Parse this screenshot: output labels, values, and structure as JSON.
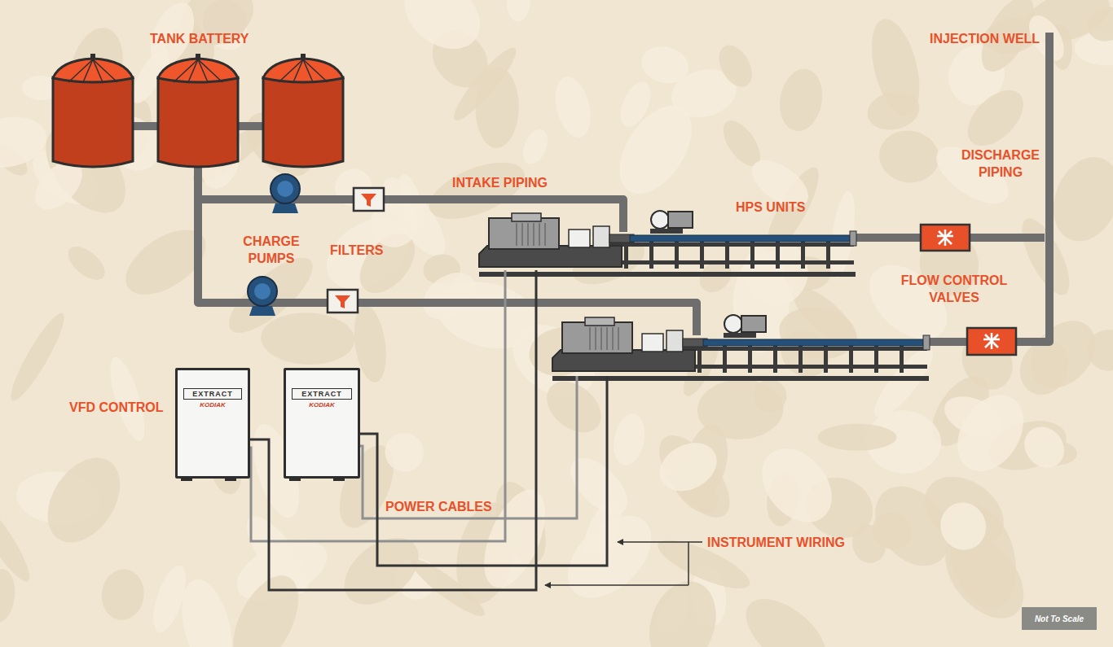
{
  "diagram": {
    "nodes": [
      {
        "text": [
          "EXTRACT",
          "KODIAK"
        ]
      },
      {
        "text": [
          "EXTRACT",
          "KODIAK"
        ]
      },
      {
        "text": [
          "Not To Scale"
        ]
      }
    ],
    "labels": [
      "TANK BATTERY",
      "INJECTION WELL",
      "DISCHARGE PIPING",
      "INTAKE PIPING",
      "HPS UNITS",
      "CHARGE PUMPS",
      "FILTERS",
      "FLOW CONTROL VALVES",
      "VFD CONTROL",
      "POWER CABLES",
      "INSTRUMENT WIRING"
    ]
  }
}
